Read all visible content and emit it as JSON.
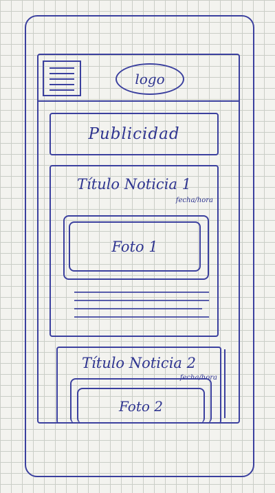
{
  "header": {
    "logo_text": "logo",
    "menu_icon": "hamburger-menu-icon"
  },
  "ad": {
    "label": "Publicidad"
  },
  "news": [
    {
      "title": "Título Noticia 1",
      "date": "fecha/hora",
      "photo_label": "Foto 1"
    },
    {
      "title": "Título Noticia 2",
      "date": "fecha/hora",
      "photo_label": "Foto 2"
    }
  ],
  "ink_color": "#3a3f9e",
  "paper_color": "#f3f3ef"
}
